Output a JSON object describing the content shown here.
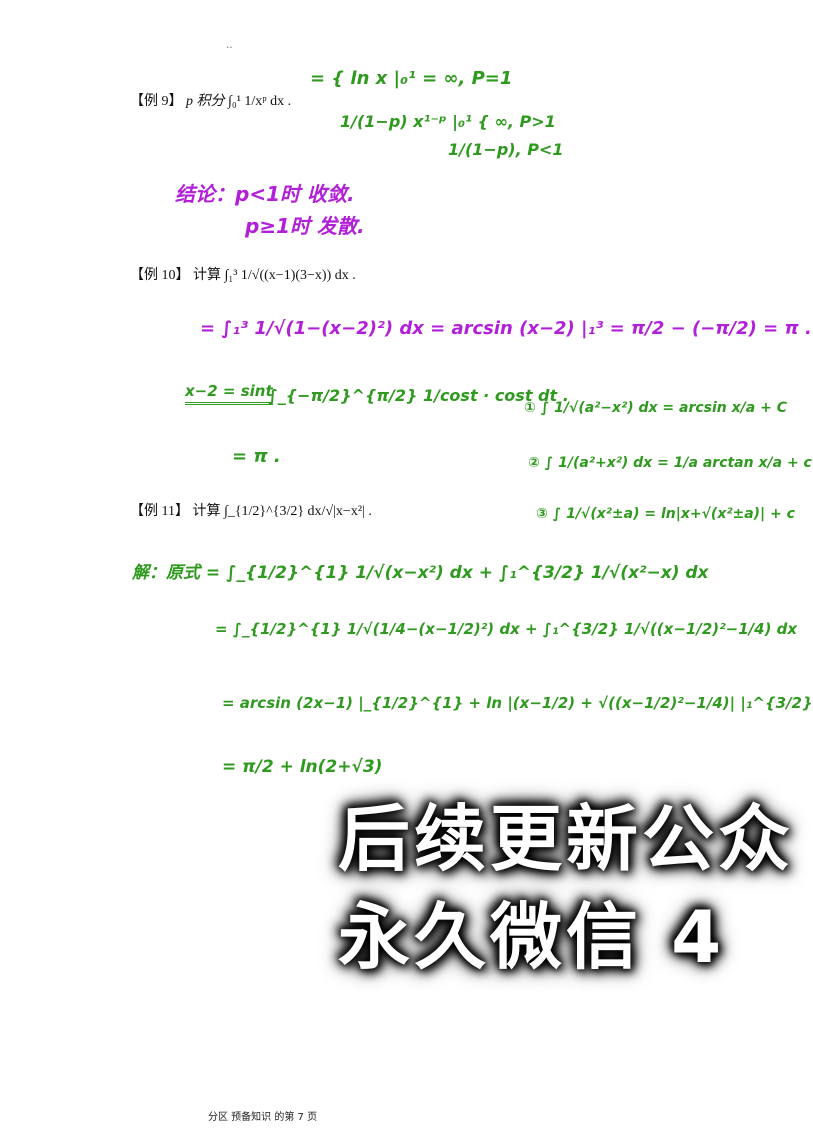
{
  "problems": {
    "ex9": {
      "label": "【例 9】",
      "text": "p 积分",
      "expr": "∫₀¹ 1/xᵖ dx ."
    },
    "ex10": {
      "label": "【例 10】",
      "text": "计算",
      "expr": "∫₁³ 1/√((x−1)(3−x)) dx ."
    },
    "ex11": {
      "label": "【例 11】",
      "text": "计算",
      "expr": "∫_{1/2}^{3/2} dx/√|x−x²| ."
    }
  },
  "handwriting": {
    "ex9_brace_line1": "= { ln x |₀¹ = ∞,   P=1",
    "ex9_brace_line2": "1/(1−p) x¹⁻ᵖ |₀¹ { ∞, P>1",
    "ex9_brace_line3": "1/(1−p), P<1",
    "conclusion1": "结论：p<1时 收敛.",
    "conclusion2": "p≥1时 发散.",
    "ex10_line1": "= ∫₁³ 1/√(1−(x−2)²) dx = arcsin (x−2) |₁³ = π/2 − (−π/2) = π .",
    "ex10_sub": "x−2 = sint",
    "ex10_line2": "∫_{−π/2}^{π/2} 1/cost · cost dt .",
    "ex10_line3": "= π .",
    "formula1": "① ∫ 1/√(a²−x²) dx = arcsin x/a + C",
    "formula2": "② ∫ 1/(a²+x²) dx = 1/a arctan x/a + c",
    "formula3": "③ ∫ 1/√(x²±a) = ln|x+√(x²±a)| + c",
    "ex11_line1": "解：原式 = ∫_{1/2}^{1} 1/√(x−x²) dx + ∫₁^{3/2} 1/√(x²−x) dx",
    "ex11_line2": "= ∫_{1/2}^{1} 1/√(1/4−(x−1/2)²) dx + ∫₁^{3/2} 1/√((x−1/2)²−1/4) dx",
    "ex11_line3": "= arcsin (2x−1) |_{1/2}^{1} + ln |(x−1/2) + √((x−1/2)²−1/4)| |₁^{3/2}",
    "ex11_line4": "= π/2 + ln(2+√3)"
  },
  "overlay": {
    "line1": "后续更新公众",
    "line2": "永久微信 4"
  },
  "footer": {
    "text": "分区 预备知识 的第 7 页"
  },
  "colors": {
    "green_ink": "#2f9a1f",
    "purple_ink": "#b11fd8"
  }
}
